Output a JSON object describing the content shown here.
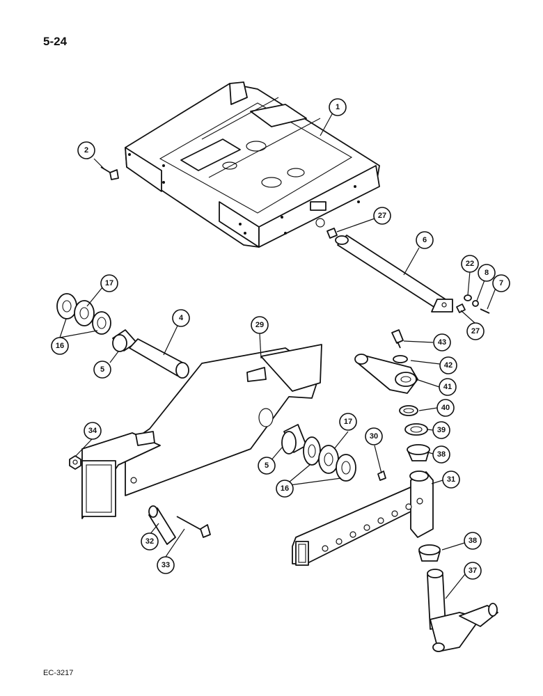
{
  "page_number": "5-24",
  "drawing_code": "EC-3217",
  "callouts": [
    "1",
    "2",
    "27",
    "6",
    "22",
    "8",
    "7",
    "27",
    "17",
    "16",
    "4",
    "5",
    "29",
    "43",
    "42",
    "41",
    "40",
    "34",
    "30",
    "17",
    "39",
    "38",
    "5",
    "16",
    "31",
    "32",
    "33",
    "38",
    "37"
  ]
}
